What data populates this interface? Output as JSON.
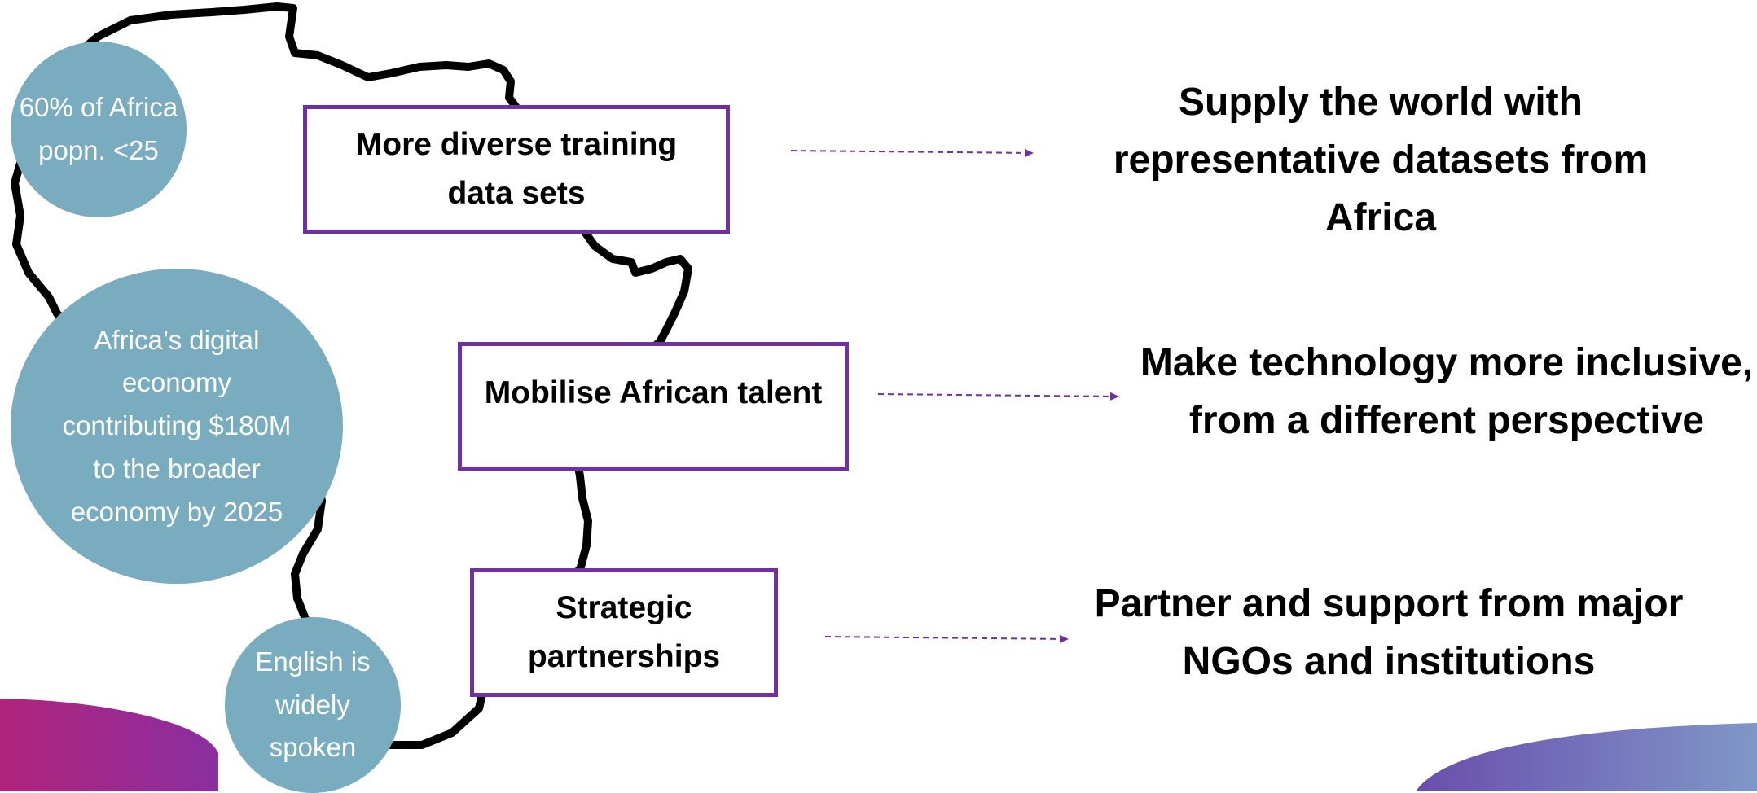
{
  "colors": {
    "circle_fill": "#79acbf",
    "box_border": "#7030a0",
    "arrow": "#7030a0",
    "outline": "#000000",
    "wave_left": [
      "#b0247c",
      "#8a2f9f"
    ],
    "wave_right": [
      "#6a4eac",
      "#7f97c8"
    ]
  },
  "facts": [
    {
      "text": "60% of Africa popn. <25"
    },
    {
      "text": "Africa’s digital economy contributing $180M to the broader economy by 2025"
    },
    {
      "text": "English is widely spoken"
    }
  ],
  "drivers": [
    {
      "label": "More diverse training data sets"
    },
    {
      "label": "Mobilise African talent"
    },
    {
      "label": "Strategic partnerships"
    }
  ],
  "outcomes": [
    {
      "text": "Supply the world with representative datasets from Africa"
    },
    {
      "text": "Make technology more inclusive, from a different perspective"
    },
    {
      "text": "Partner and support from major NGOs and institutions"
    }
  ]
}
